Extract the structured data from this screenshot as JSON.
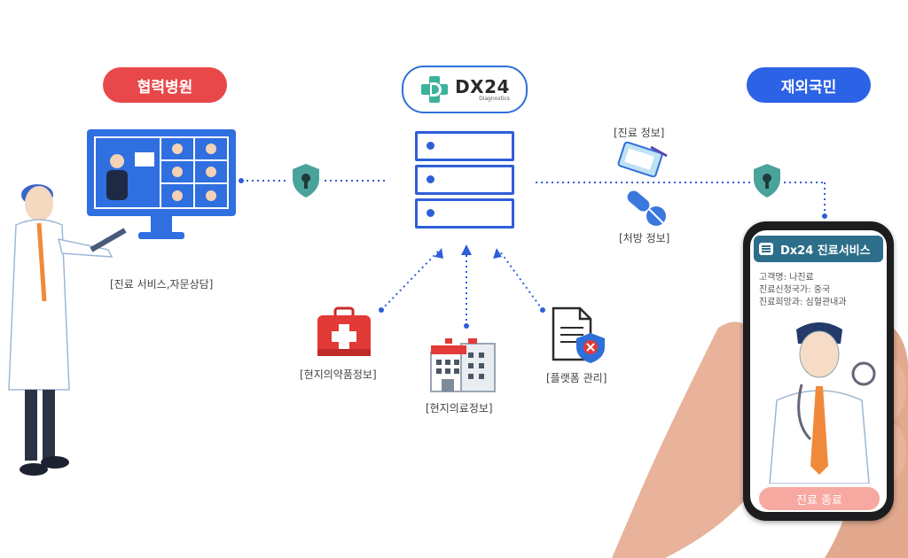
{
  "nodes": {
    "partner_hospital": "협력병원",
    "overseas_citizens": "재외국민",
    "logo_main": "DX24",
    "logo_sub": "Diagnostics"
  },
  "labels": {
    "consult_service": "[진료 서비스,자문상담]",
    "medical_info": "[진료 정보]",
    "prescription_info": "[처방 정보]",
    "local_drug_info": "[현지의약품정보]",
    "local_medical_info": "[현지의료정보]",
    "platform_mgmt": "[플랫폼 관리]"
  },
  "phone_app": {
    "title": "Dx24 진료서비스",
    "customer": "고객명: 나진료",
    "country": "진료신청국가: 중국",
    "department": "진료희망과: 심혈관내과",
    "end_button": "진료 종료"
  },
  "colors": {
    "partner_pill": "#e8484a",
    "citizen_pill": "#2c62e6",
    "server_blue": "#2f5fd8",
    "lock_teal": "#4aa39b",
    "connector_blue": "#2f5fd8",
    "app_header": "#2d6e8a",
    "end_button": "#f7a8a0"
  },
  "icons": [
    "doctor-figure-icon",
    "video-conference-monitor-icon",
    "lock-shield-icon",
    "server-stack-icon",
    "clipboard-icon",
    "pill-capsule-icon",
    "first-aid-kit-icon",
    "hospital-building-icon",
    "document-security-icon",
    "smartphone-icon"
  ]
}
